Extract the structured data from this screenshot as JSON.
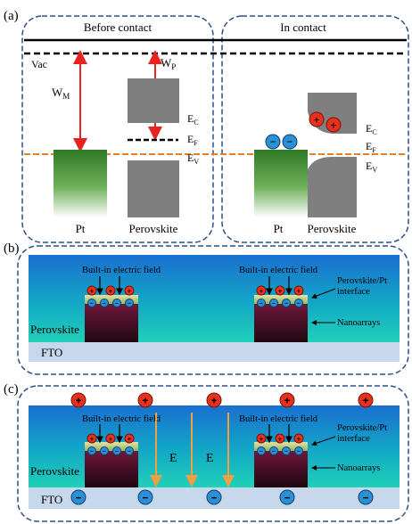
{
  "panel_a": {
    "tag": "(a)",
    "left_title": "Before contact",
    "right_title": "In contact",
    "vac": "Vac",
    "wm": "W",
    "wm_sub": "M",
    "wp": "W",
    "wp_sub": "P",
    "ec": "E",
    "ec_sub": "C",
    "ef": "E",
    "ef_sub": "F",
    "ev": "E",
    "ev_sub": "V",
    "pt": "Pt",
    "perovskite": "Perovskite",
    "plus": "+",
    "minus": "−"
  },
  "panel_b": {
    "tag": "(b)",
    "field_label": "Built-in electric field",
    "interface_label_1": "Perovskite/Pt",
    "interface_label_2": "interface",
    "nanoarrays": "Nanoarrays",
    "perovskite": "Perovskite",
    "fto": "FTO"
  },
  "panel_c": {
    "tag": "(c)",
    "field_label": "Built-in electric field",
    "interface_label_1": "Perovskite/Pt",
    "interface_label_2": "interface",
    "nanoarrays": "Nanoarrays",
    "perovskite": "Perovskite",
    "fto": "FTO",
    "e_label": "E"
  },
  "colors": {
    "frame": "#2f4f8f",
    "arrow_red": "#e8231e",
    "fermi_orange": "#e87e22",
    "semiconductor_gray": "#7f7f7f",
    "pt_green": "#2f8f2f",
    "hole_red": "#e8311d",
    "electron_blue": "#2b8fd6",
    "field_orange": "#f0a042"
  }
}
